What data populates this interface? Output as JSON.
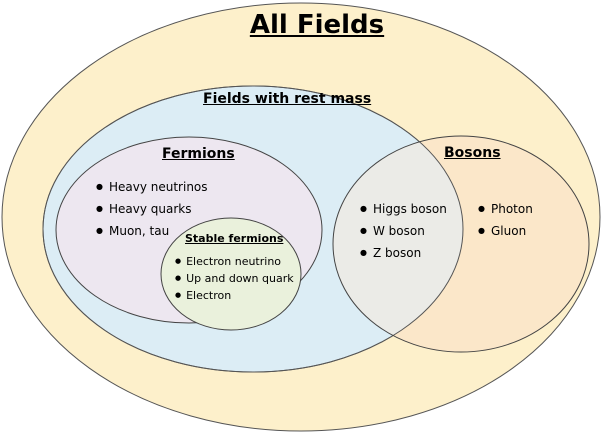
{
  "title": "All Fields",
  "rest_mass": {
    "label": "Fields with rest mass"
  },
  "fermions": {
    "label": "Fermions",
    "items": [
      "Heavy neutrinos",
      "Heavy quarks",
      "Muon, tau"
    ]
  },
  "stable_fermions": {
    "label": "Stable fermions",
    "items": [
      "Electron neutrino",
      "Up and down quark",
      "Electron"
    ]
  },
  "bosons": {
    "label": "Bosons",
    "massive_items": [
      "Higgs boson",
      "W boson",
      "Z boson"
    ],
    "massless_items": [
      "Photon",
      "Gluon"
    ]
  },
  "colors": {
    "all": "#fdf0cb",
    "rest_mass": "#dcedf5",
    "fermions": "#ede7f0",
    "stable": "#eaf1dc",
    "bosons": "#fbe7c9",
    "overlap": "#ebebe7"
  }
}
